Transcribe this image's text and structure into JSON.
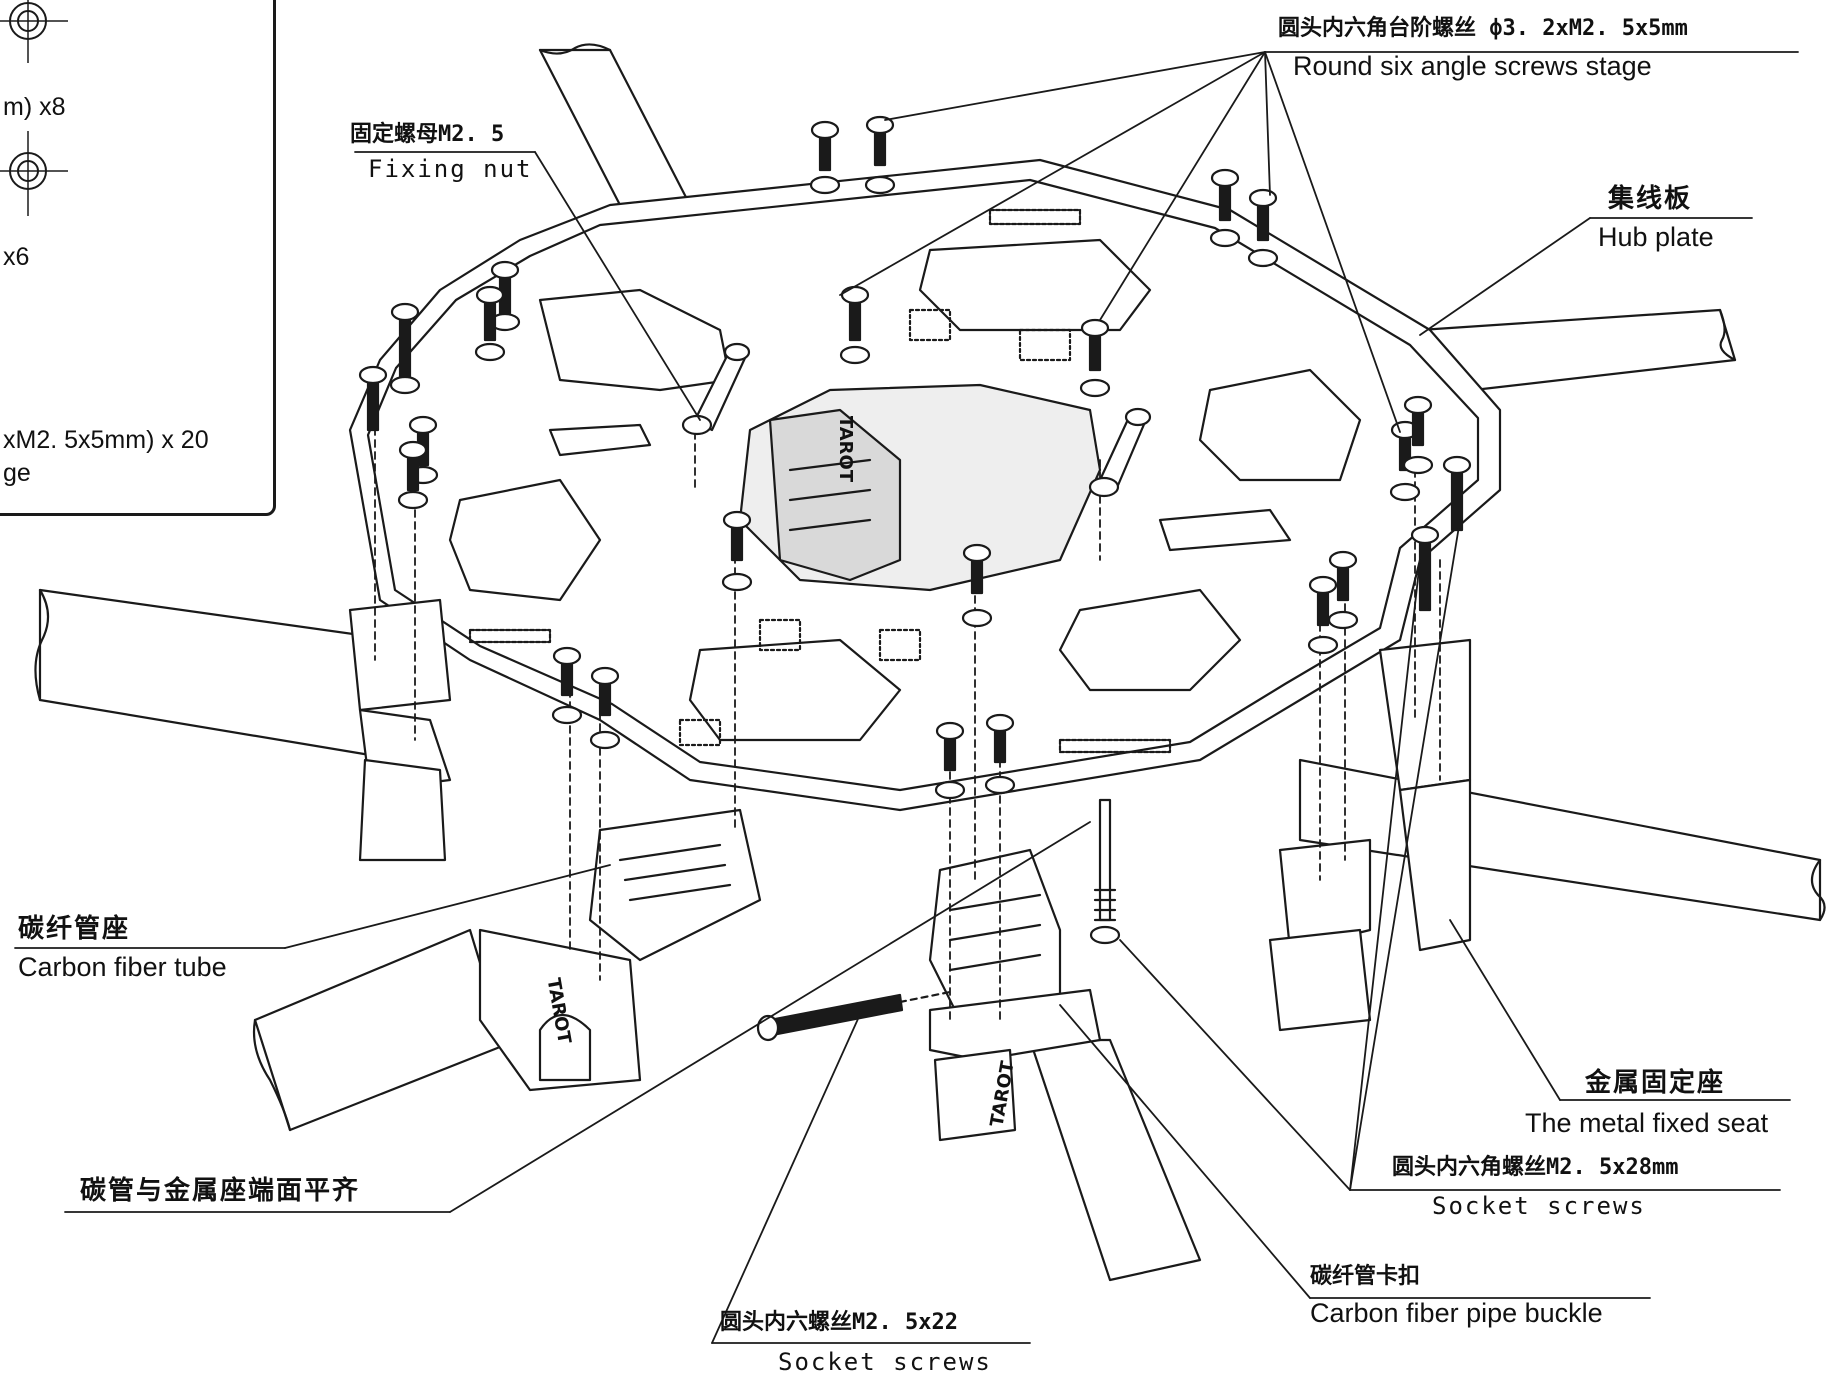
{
  "legend": {
    "row1": "m) x8",
    "row2": "x6",
    "row3": "xM2. 5x5mm) x 20",
    "row3b": "ge"
  },
  "labels": {
    "round_screws_zh": "圆头内六角台阶螺丝 ф3. 2xM2. 5x5mm",
    "round_screws_en": "Round six angle screws stage",
    "fixing_nut_zh": "固定螺母M2. 5",
    "fixing_nut_en": "Fixing nut",
    "hub_plate_zh": "集线板",
    "hub_plate_en": "Hub plate",
    "carbon_tube_zh": "碳纤管座",
    "carbon_tube_en": "Carbon fiber tube",
    "flush_zh": "碳管与金属座端面平齐",
    "metal_seat_zh": "金属固定座",
    "metal_seat_en": "The metal fixed seat",
    "socket28_zh": "圆头内六角螺丝M2. 5x28mm",
    "socket28_en": "Socket screws",
    "buckle_zh": "碳纤管卡扣",
    "buckle_en": "Carbon fiber pipe buckle",
    "socket22_zh": "圆头内六螺丝M2. 5x22",
    "socket22_en": "Socket screws"
  },
  "plate_marks": {
    "brand_mark": "TAROT"
  },
  "colors": {
    "ink": "#1a1a1a",
    "paper": "#ffffff",
    "fill_gray": "#d9d9d9"
  }
}
